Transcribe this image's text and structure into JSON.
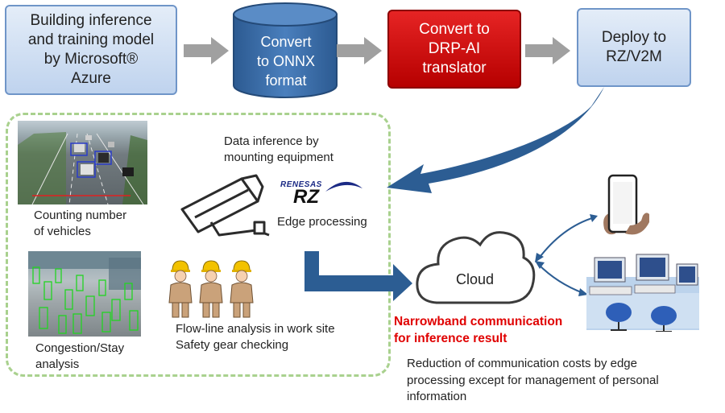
{
  "pipeline": {
    "step1": "Building inference\nand training model\nby Microsoft®\nAzure",
    "step2": "Convert\nto ONNX\nformat",
    "step3": "Convert to\nDRP-AI\ntranslator",
    "step4": "Deploy to\nRZ/V2M"
  },
  "edge_panel": {
    "counting_label": "Counting number\nof vehicles",
    "congestion_label": "Congestion/Stay\nanalysis",
    "inference_label": "Data inference by\nmounting equipment",
    "renesas_logo_text": "RENESAS",
    "rz_logo_text": "RZ",
    "edge_label": "Edge processing",
    "worksite_label": "Flow-line analysis in work site\nSafety gear checking"
  },
  "cloud": {
    "label": "Cloud",
    "narrowband_label": "Narrowband communication\nfor inference result",
    "reduction_label": "Reduction of communication costs by edge\nprocessing except for management of personal\ninformation"
  },
  "colors": {
    "blue_box": "#c8d9f0",
    "red_box": "#d01010",
    "cylinder": "#3a6ea8",
    "arrow_gray": "#a0a0a0",
    "arrow_blue": "#2c5d93",
    "dashed_border": "#a9d18e",
    "highlight_red": "#e00000"
  }
}
